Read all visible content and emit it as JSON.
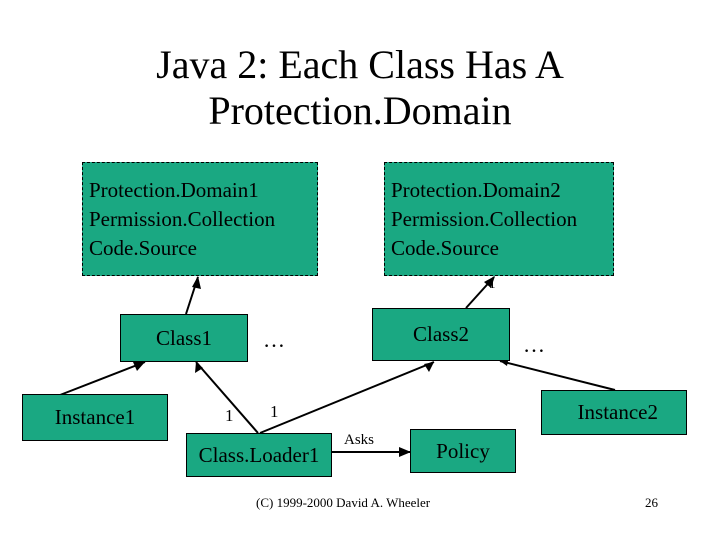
{
  "title": {
    "line1": "Java 2: Each Class Has A",
    "line2": "Protection.Domain"
  },
  "protection_domain_1": {
    "lines": [
      "Protection.Domain1",
      "Permission.Collection",
      "Code.Source"
    ]
  },
  "protection_domain_2": {
    "lines": [
      "Protection.Domain2",
      "Permission.Collection",
      "Code.Source"
    ]
  },
  "class1": {
    "label": "Class1"
  },
  "class2": {
    "label": "Class2"
  },
  "instance1": {
    "label": "Instance1"
  },
  "instance2": {
    "label": "Instance2"
  },
  "classloader": {
    "label": "Class.Loader1"
  },
  "policy": {
    "label": "Policy"
  },
  "annotations": {
    "ellipsis_class1": "…",
    "ellipsis_class2": "…",
    "mult_pd2": "1",
    "mult_loader_class": "1",
    "mult_loader_class2": "1",
    "asks": "Asks"
  },
  "colors": {
    "box_fill": "#1aa882"
  },
  "footer": {
    "copyright": "(C) 1999-2000 David A. Wheeler",
    "page_number": "26"
  }
}
